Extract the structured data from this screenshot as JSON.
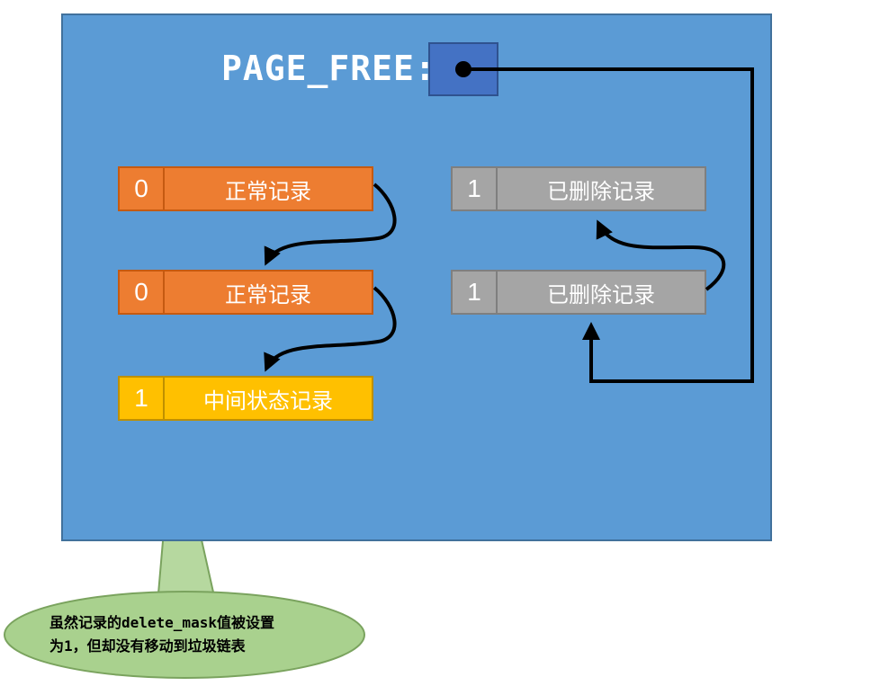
{
  "page_free": {
    "label": "PAGE_FREE:"
  },
  "records": {
    "normal_1": {
      "mask": "0",
      "label": "正常记录"
    },
    "normal_2": {
      "mask": "0",
      "label": "正常记录"
    },
    "middle": {
      "mask": "1",
      "label": "中间状态记录"
    },
    "deleted_1": {
      "mask": "1",
      "label": "已删除记录"
    },
    "deleted_2": {
      "mask": "1",
      "label": "已删除记录"
    }
  },
  "callout": {
    "line1": "虽然记录的delete_mask值被设置",
    "line2": "为1，但却没有移动到垃圾链表"
  },
  "colors": {
    "page_bg": "#5b9bd5",
    "normal_record": "#ed7d31",
    "middle_record": "#ffc000",
    "deleted_record": "#a5a5a5",
    "pointer_box": "#4472c4",
    "callout_fill": "#a9d18e"
  }
}
